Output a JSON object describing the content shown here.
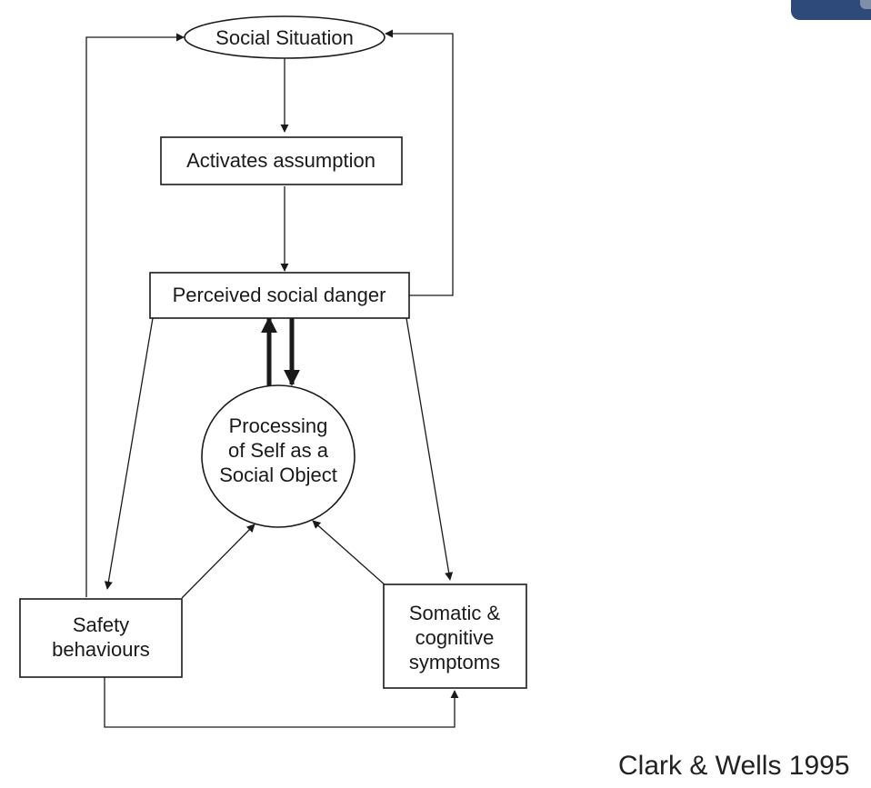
{
  "nodes": {
    "social_situation": "Social Situation",
    "activates_assumption": "Activates assumption",
    "perceived_danger": "Perceived social danger",
    "processing": [
      "Processing",
      "of Self as a",
      "Social Object"
    ],
    "safety": [
      "Safety",
      "behaviours"
    ],
    "somatic": [
      "Somatic &",
      "cognitive",
      "symptoms"
    ]
  },
  "citation": "Clark & Wells 1995",
  "colors": {
    "ink": "#1a1a1a",
    "tab_blue": "#2d4a7a",
    "mark_orange": "#e0662a"
  }
}
